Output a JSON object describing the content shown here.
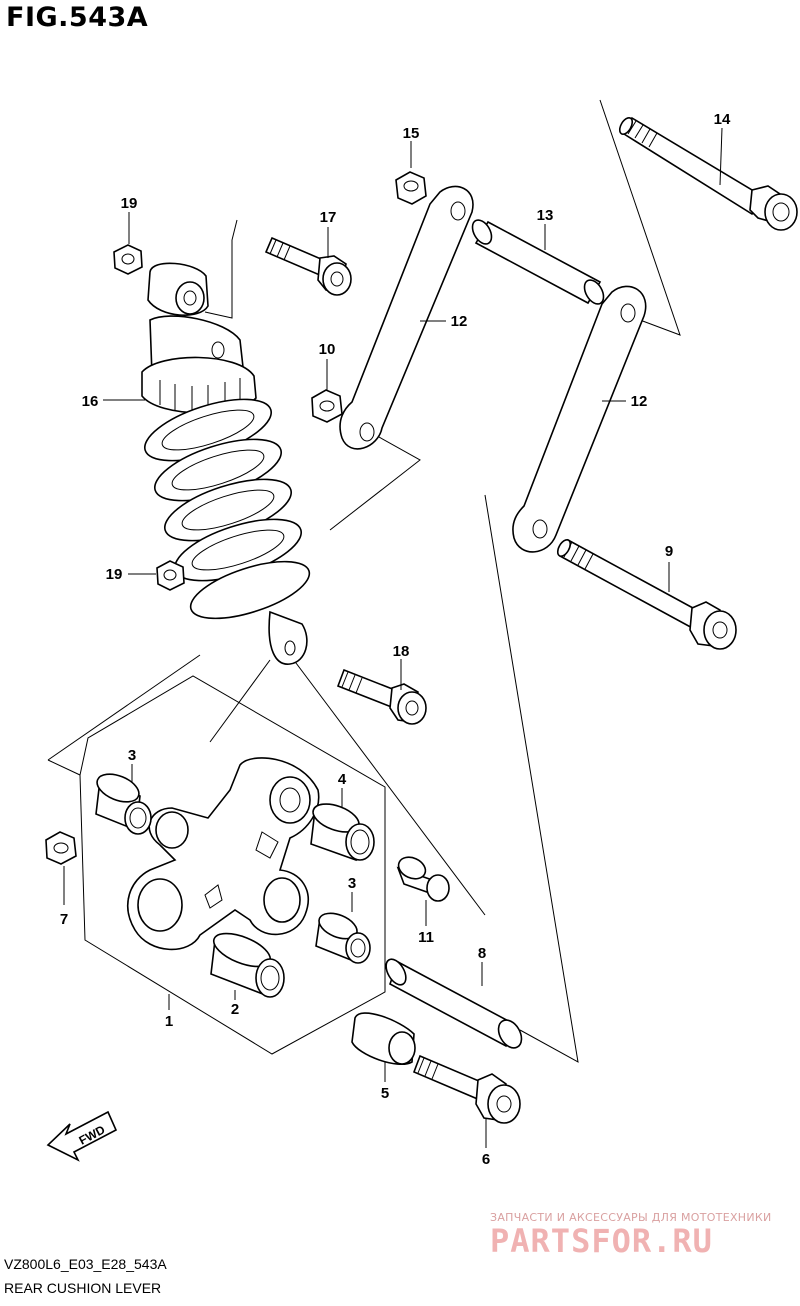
{
  "title": "FIG.543A",
  "model_code": "VZ800L6_E03_E28_543A",
  "caption": "REAR CUSHION LEVER",
  "direction_label": "FWD",
  "watermark": {
    "line1": "ЗАПЧАСТИ И АКСЕССУАРЫ ДЛЯ МОТОТЕХНИКИ",
    "line2": "PARTSFOR.RU"
  },
  "callouts": {
    "c1": "1",
    "c2": "2",
    "c3a": "3",
    "c3b": "3",
    "c4": "4",
    "c5": "5",
    "c6": "6",
    "c7": "7",
    "c8": "8",
    "c9": "9",
    "c10": "10",
    "c11": "11",
    "c12a": "12",
    "c12b": "12",
    "c13": "13",
    "c14": "14",
    "c15": "15",
    "c16": "16",
    "c17": "17",
    "c18": "18",
    "c19a": "19",
    "c19b": "19"
  }
}
